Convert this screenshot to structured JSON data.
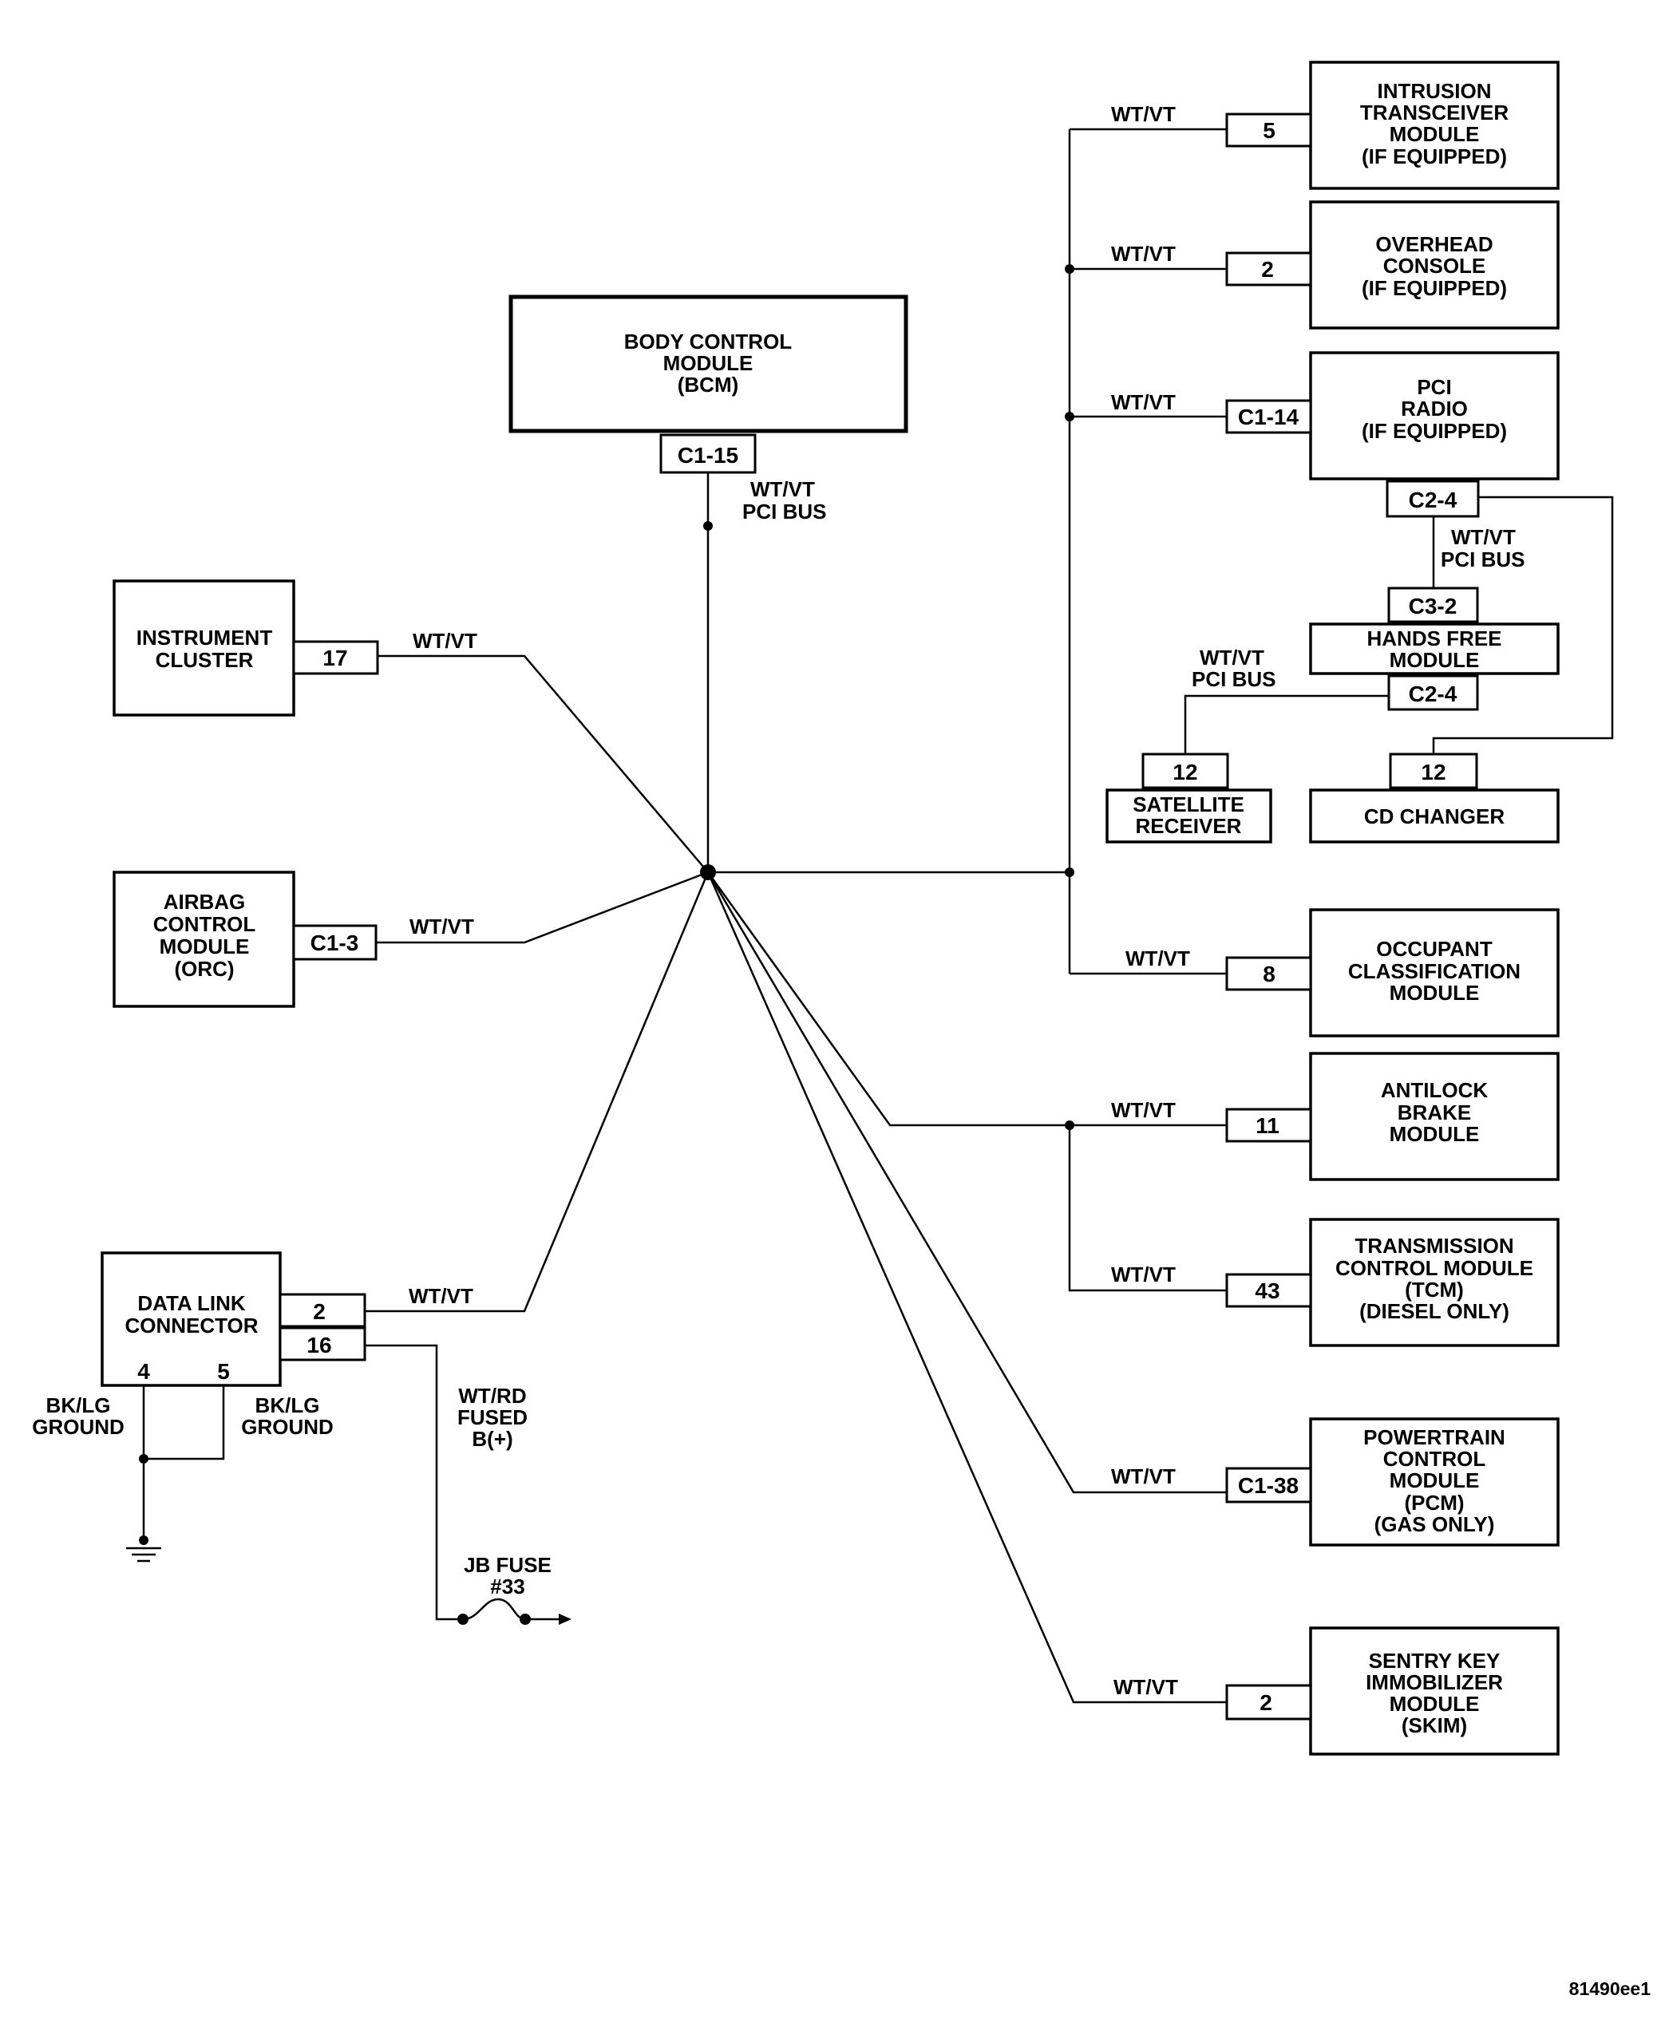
{
  "modules": {
    "bcm": [
      "BODY CONTROL",
      "MODULE",
      "(BCM)"
    ],
    "instrument_cluster": [
      "INSTRUMENT",
      "CLUSTER"
    ],
    "airbag": [
      "AIRBAG",
      "CONTROL",
      "MODULE",
      "(ORC)"
    ],
    "data_link": [
      "DATA LINK",
      "CONNECTOR"
    ],
    "intrusion": [
      "INTRUSION",
      "TRANSCEIVER",
      "MODULE",
      "(IF EQUIPPED)"
    ],
    "overhead": [
      "OVERHEAD",
      "CONSOLE",
      "(IF EQUIPPED)"
    ],
    "pci_radio": [
      "PCI",
      "RADIO",
      "(IF EQUIPPED)"
    ],
    "hands_free": [
      "HANDS FREE",
      "MODULE"
    ],
    "satellite": [
      "SATELLITE",
      "RECEIVER"
    ],
    "cd_changer": [
      "CD CHANGER"
    ],
    "occupant": [
      "OCCUPANT",
      "CLASSIFICATION",
      "MODULE"
    ],
    "antilock": [
      "ANTILOCK",
      "BRAKE",
      "MODULE"
    ],
    "tcm": [
      "TRANSMISSION",
      "CONTROL MODULE",
      "(TCM)",
      "(DIESEL ONLY)"
    ],
    "pcm": [
      "POWERTRAIN",
      "CONTROL",
      "MODULE",
      "(PCM)",
      "(GAS ONLY)"
    ],
    "skim": [
      "SENTRY KEY",
      "IMMOBILIZER",
      "MODULE",
      "(SKIM)"
    ]
  },
  "pins": {
    "bcm": "C1-15",
    "instrument_cluster": "17",
    "airbag": "C1-3",
    "data_link_bus": "2",
    "data_link_power": "16",
    "data_link_ground_1": "4",
    "data_link_ground_2": "5",
    "intrusion": "5",
    "overhead": "2",
    "pci_radio": "C1-14",
    "pci_radio_out": "C2-4",
    "hands_free_in": "C3-2",
    "hands_free_out": "C2-4",
    "satellite": "12",
    "cd_changer": "12",
    "occupant": "8",
    "antilock": "11",
    "tcm": "43",
    "pcm": "C1-38",
    "skim": "2"
  },
  "wires": {
    "wtvt": "WT/VT",
    "pci_bus": [
      "WT/VT",
      "PCI BUS"
    ],
    "fused": [
      "WT/RD",
      "FUSED",
      "B(+)"
    ],
    "ground": [
      "BK/LG",
      "GROUND"
    ]
  },
  "fuse": [
    "JB FUSE",
    "#33"
  ],
  "figure_id": "81490ee1"
}
